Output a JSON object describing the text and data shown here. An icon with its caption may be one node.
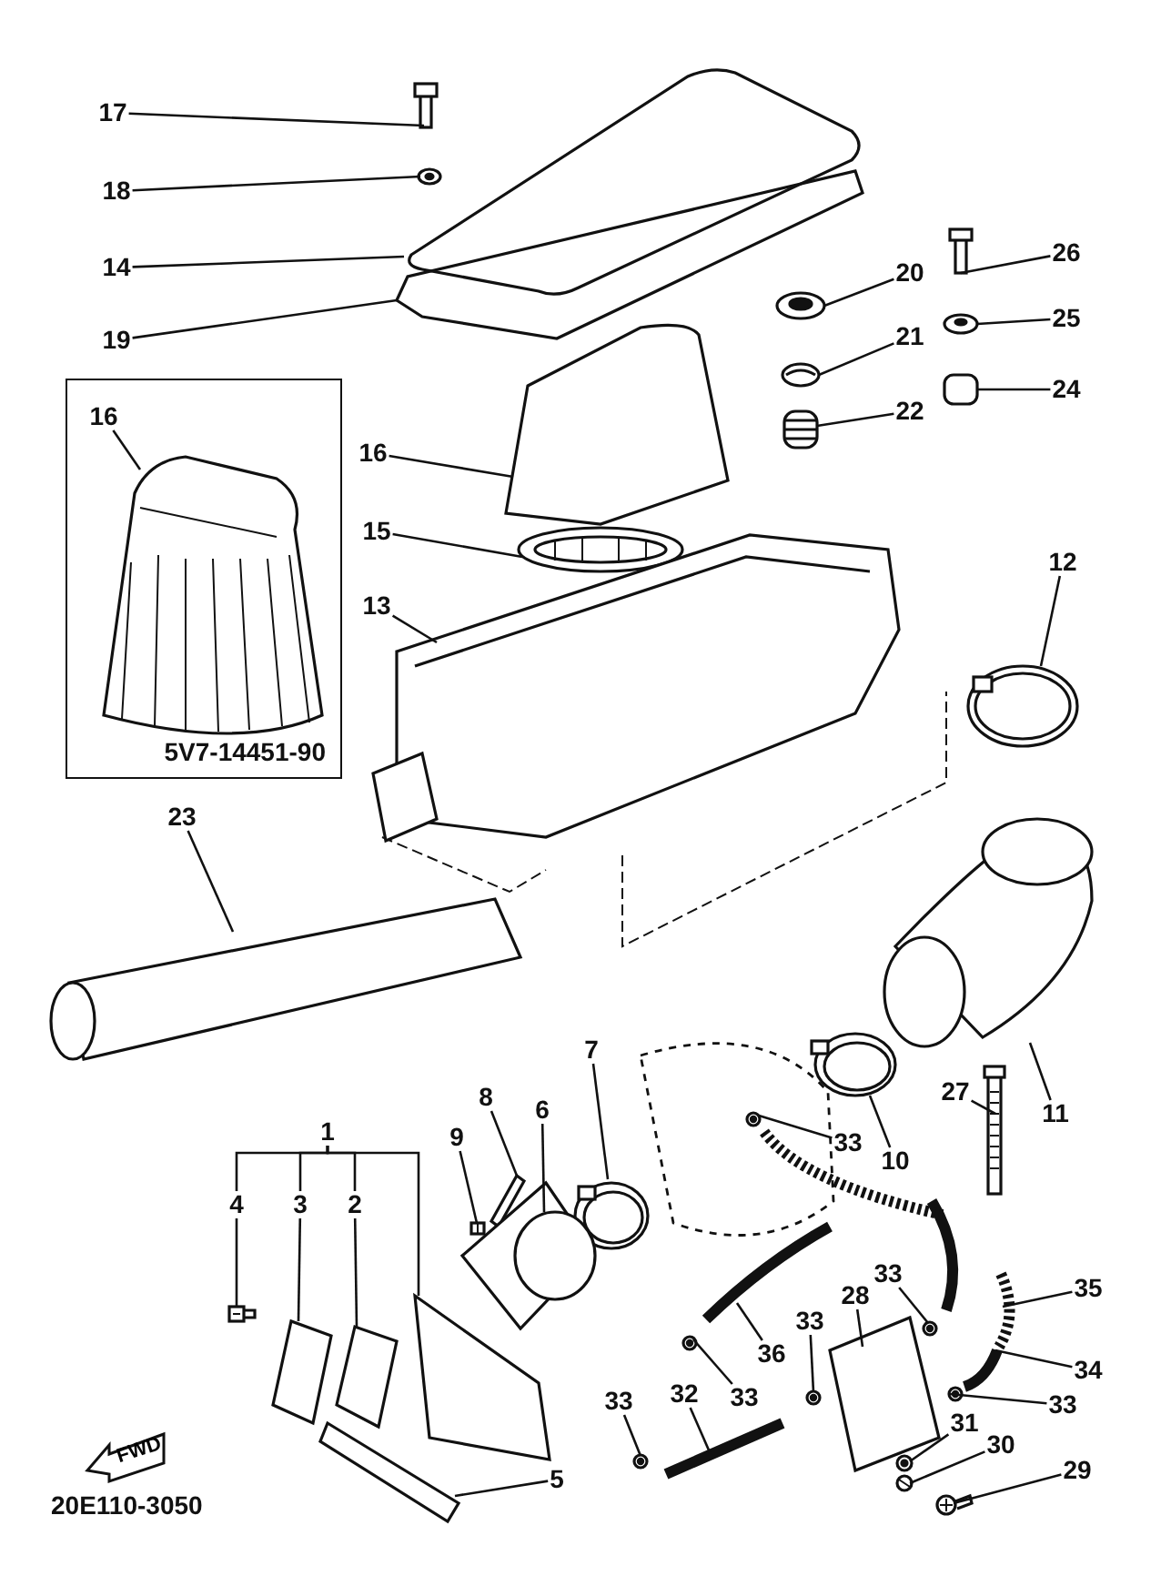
{
  "diagram": {
    "nodes": [
      {
        "text": [
          "17"
        ]
      },
      {
        "text": [
          "18"
        ]
      },
      {
        "text": [
          "14"
        ]
      },
      {
        "text": [
          "19"
        ]
      },
      {
        "text": [
          "26"
        ]
      },
      {
        "text": [
          "20"
        ]
      },
      {
        "text": [
          "25"
        ]
      },
      {
        "text": [
          "21"
        ]
      },
      {
        "text": [
          "24"
        ]
      },
      {
        "text": [
          "22"
        ]
      },
      {
        "text": [
          "5V7-14451-90"
        ]
      },
      {
        "text": [
          "16"
        ],
        "in": 10
      },
      {
        "text": [
          "16"
        ]
      },
      {
        "text": [
          "15"
        ]
      },
      {
        "text": [
          "13"
        ]
      },
      {
        "text": [
          "12"
        ]
      },
      {
        "text": [
          "23"
        ]
      },
      {
        "text": [
          "7"
        ]
      },
      {
        "text": [
          "8"
        ]
      },
      {
        "text": [
          "6"
        ]
      },
      {
        "text": [
          "1"
        ]
      },
      {
        "text": [
          "9"
        ]
      },
      {
        "text": [
          "33"
        ]
      },
      {
        "text": [
          "10"
        ]
      },
      {
        "text": [
          "27"
        ]
      },
      {
        "text": [
          "11"
        ]
      },
      {
        "text": [
          "4"
        ]
      },
      {
        "text": [
          "3"
        ]
      },
      {
        "text": [
          "2"
        ]
      },
      {
        "text": [
          "33"
        ]
      },
      {
        "text": [
          "28"
        ]
      },
      {
        "text": [
          "35"
        ]
      },
      {
        "text": [
          "33"
        ]
      },
      {
        "text": [
          "36"
        ]
      },
      {
        "text": [
          "34"
        ]
      },
      {
        "text": [
          "33"
        ]
      },
      {
        "text": [
          "33"
        ]
      },
      {
        "text": [
          "32"
        ]
      },
      {
        "text": [
          "33"
        ]
      },
      {
        "text": [
          "31"
        ]
      },
      {
        "text": [
          "30"
        ]
      },
      {
        "text": [
          "29"
        ]
      },
      {
        "text": [
          "5"
        ]
      },
      {
        "text": [
          "FWD"
        ]
      },
      {
        "text": [],
        "shape": "picture"
      },
      {
        "text": [],
        "shape": "picture"
      },
      {
        "text": [],
        "shape": "picture"
      },
      {
        "text": [],
        "shape": "picture"
      },
      {
        "text": [],
        "shape": "picture"
      },
      {
        "text": [],
        "shape": "picture"
      },
      {
        "text": [],
        "shape": "picture"
      },
      {
        "text": [],
        "shape": "picture"
      },
      {
        "text": [],
        "shape": "picture"
      },
      {
        "text": [],
        "shape": "picture"
      },
      {
        "text": [],
        "shape": "picture",
        "in": 10
      },
      {
        "text": [],
        "shape": "picture"
      },
      {
        "text": [],
        "shape": "picture"
      },
      {
        "text": [],
        "shape": "picture"
      },
      {
        "text": [],
        "shape": "picture"
      },
      {
        "text": [],
        "shape": "picture"
      },
      {
        "text": [],
        "shape": "picture"
      },
      {
        "text": [],
        "shape": "picture"
      },
      {
        "text": [],
        "shape": "picture"
      },
      {
        "text": [],
        "shape": "picture"
      },
      {
        "text": [],
        "shape": "picture"
      },
      {
        "text": [],
        "shape": "picture"
      },
      {
        "text": [],
        "shape": "picture"
      },
      {
        "text": [],
        "shape": "picture"
      },
      {
        "text": [],
        "shape": "picture"
      },
      {
        "text": [],
        "shape": "picture"
      },
      {
        "text": [],
        "shape": "picture"
      },
      {
        "text": [],
        "shape": "picture"
      },
      {
        "text": [],
        "shape": "picture"
      },
      {
        "text": [],
        "shape": "picture"
      },
      {
        "text": [],
        "shape": "picture"
      },
      {
        "text": [],
        "shape": "picture"
      },
      {
        "text": [],
        "shape": "picture"
      },
      {
        "text": [],
        "shape": "picture"
      },
      {
        "text": [],
        "shape": "picture"
      },
      {
        "text": [],
        "shape": "picture"
      },
      {
        "text": [],
        "shape": "picture"
      },
      {
        "text": [],
        "shape": "picture"
      },
      {
        "text": [],
        "shape": "picture"
      },
      {
        "text": [],
        "shape": "picture"
      },
      {
        "text": [],
        "shape": "picture"
      },
      {
        "text": [],
        "shape": "picture"
      }
    ],
    "edges": [
      {
        "from": 0,
        "to": 44,
        "arrow": "none"
      },
      {
        "from": 1,
        "to": 45,
        "arrow": "none"
      },
      {
        "from": 2,
        "to": 46,
        "arrow": "none"
      },
      {
        "from": 3,
        "to": 47,
        "arrow": "none"
      },
      {
        "from": 4,
        "to": 48,
        "arrow": "none"
      },
      {
        "from": 5,
        "to": 49,
        "arrow": "none"
      },
      {
        "from": 6,
        "to": 50,
        "arrow": "none"
      },
      {
        "from": 7,
        "to": 51,
        "arrow": "none"
      },
      {
        "from": 8,
        "to": 52,
        "arrow": "none"
      },
      {
        "from": 9,
        "to": 53,
        "arrow": "none"
      },
      {
        "from": 11,
        "to": 54,
        "arrow": "none"
      },
      {
        "from": 12,
        "to": 55,
        "arrow": "none"
      },
      {
        "from": 13,
        "to": 56,
        "arrow": "none"
      },
      {
        "from": 14,
        "to": 57,
        "arrow": "none"
      },
      {
        "from": 15,
        "to": 58,
        "arrow": "none"
      },
      {
        "from": 16,
        "to": 59,
        "arrow": "none"
      },
      {
        "from": 17,
        "to": 60,
        "arrow": "none"
      },
      {
        "from": 18,
        "to": 61,
        "arrow": "none"
      },
      {
        "from": 19,
        "to": 62,
        "arrow": "none"
      },
      {
        "from": 20,
        "to": 26,
        "arrow": "none"
      },
      {
        "from": 20,
        "to": 27,
        "arrow": "none"
      },
      {
        "from": 20,
        "to": 28,
        "arrow": "none"
      },
      {
        "from": 20,
        "to": 63,
        "arrow": "none"
      },
      {
        "from": 21,
        "to": 64,
        "arrow": "none"
      },
      {
        "from": 22,
        "to": 65,
        "arrow": "none"
      },
      {
        "from": 23,
        "to": 66,
        "arrow": "none"
      },
      {
        "from": 24,
        "to": 67,
        "arrow": "none"
      },
      {
        "from": 25,
        "to": 68,
        "arrow": "none"
      },
      {
        "from": 26,
        "to": 69,
        "arrow": "none"
      },
      {
        "from": 27,
        "to": 70,
        "arrow": "none"
      },
      {
        "from": 28,
        "to": 71,
        "arrow": "none"
      },
      {
        "from": 29,
        "to": 72,
        "arrow": "none"
      },
      {
        "from": 30,
        "to": 73,
        "arrow": "none"
      },
      {
        "from": 31,
        "to": 74,
        "arrow": "none"
      },
      {
        "from": 32,
        "to": 75,
        "arrow": "none"
      },
      {
        "from": 33,
        "to": 76,
        "arrow": "none"
      },
      {
        "from": 34,
        "to": 77,
        "arrow": "none"
      },
      {
        "from": 35,
        "to": 78,
        "arrow": "none"
      },
      {
        "from": 36,
        "to": 79,
        "arrow": "none"
      },
      {
        "from": 37,
        "to": 80,
        "arrow": "none"
      },
      {
        "from": 38,
        "to": 81,
        "arrow": "none"
      },
      {
        "from": 39,
        "to": 82,
        "arrow": "none"
      },
      {
        "from": 40,
        "to": 83,
        "arrow": "none"
      },
      {
        "from": 41,
        "to": 84,
        "arrow": "none"
      },
      {
        "from": 42,
        "to": 85,
        "arrow": "none"
      }
    ],
    "labels": [
      "20E110-3050"
    ]
  }
}
